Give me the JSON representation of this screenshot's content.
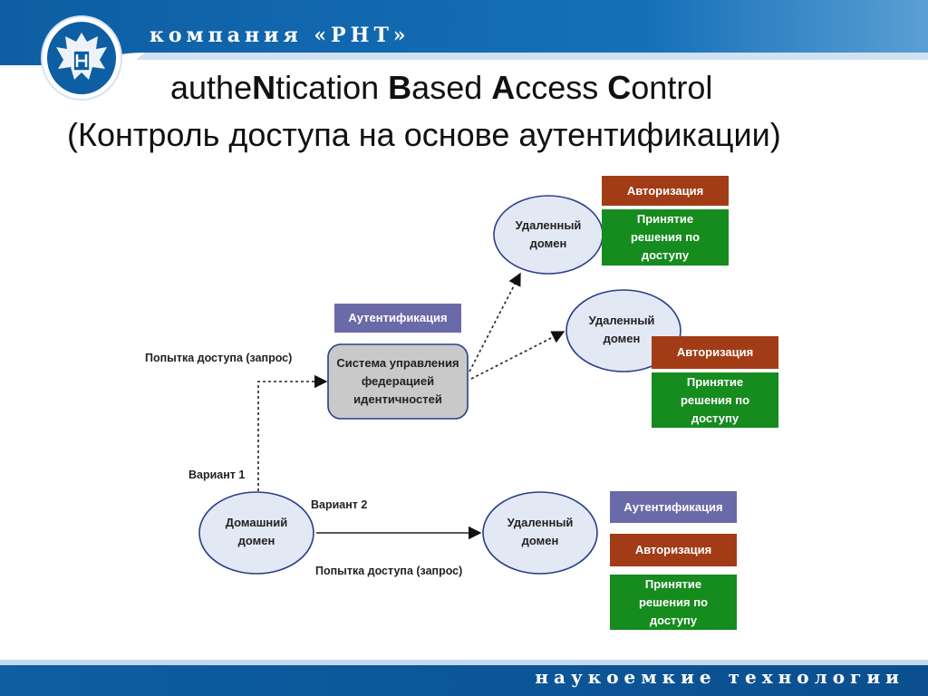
{
  "header": {
    "company": "компания «РНТ»",
    "title_parts": [
      {
        "text": "authe",
        "bold": false
      },
      {
        "text": "N",
        "bold": true
      },
      {
        "text": "tication ",
        "bold": false
      },
      {
        "text": "B",
        "bold": true
      },
      {
        "text": "ased ",
        "bold": false
      },
      {
        "text": "A",
        "bold": true
      },
      {
        "text": "ccess ",
        "bold": false
      },
      {
        "text": "C",
        "bold": true
      },
      {
        "text": "ontrol",
        "bold": false
      }
    ],
    "subtitle": "(Контроль доступа на основе аутентификации)"
  },
  "footer": {
    "tagline": "наукоемкие технологии"
  },
  "colors": {
    "brand_blue": "#0d5ea3",
    "authentication": "#6a6aa8",
    "authorization": "#a23c16",
    "decision": "#168b1e",
    "node_fill": "#e3e8f5",
    "node_stroke": "#2a3e8a",
    "federation_fill": "#c9c9c9"
  },
  "diagram": {
    "home_domain": "Домашний домен",
    "federation_system": "Система управления федерацией идентичностей",
    "remote_domain_top": "Удаленный домен",
    "remote_domain_mid": "Удаленный домен",
    "remote_domain_bottom": "Удаленный домен",
    "label_variant_1": "Вариант 1",
    "label_variant_2": "Вариант 2",
    "label_access_attempt_top": "Попытка доступа (запрос)",
    "label_access_attempt_bottom": "Попытка доступа (запрос)",
    "federation_authentication": "Аутентификация",
    "top_authorization": "Авторизация",
    "top_decision": "Принятие решения по доступу",
    "mid_authorization": "Авторизация",
    "mid_decision": "Принятие решения по доступу",
    "bottom_authentication": "Аутентификация",
    "bottom_authorization": "Авторизация",
    "bottom_decision": "Принятие решения по доступу"
  }
}
